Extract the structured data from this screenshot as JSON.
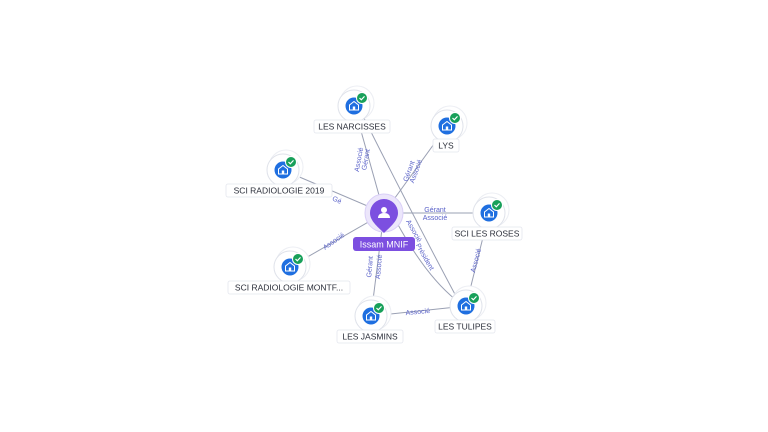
{
  "center": {
    "label": "Issam MNIF",
    "icon": "person-icon",
    "color": "#7c4fe0"
  },
  "nodes": [
    {
      "id": "narcisses",
      "label": "LES NARCISSES",
      "icon": "building-icon",
      "status": "verified-check-icon"
    },
    {
      "id": "lys",
      "label": "LYS",
      "icon": "building-icon",
      "status": "verified-check-icon"
    },
    {
      "id": "radio2019",
      "label": "SCI RADIOLOGIE 2019",
      "icon": "building-icon",
      "status": "verified-check-icon"
    },
    {
      "id": "roses",
      "label": "SCI LES ROSES",
      "icon": "building-icon",
      "status": "verified-check-icon"
    },
    {
      "id": "radiomontf",
      "label": "SCI RADIOLOGIE MONTF...",
      "icon": "building-icon",
      "status": "verified-check-icon"
    },
    {
      "id": "tulipes",
      "label": "LES TULIPES",
      "icon": "building-icon",
      "status": "verified-check-icon"
    },
    {
      "id": "jasmins",
      "label": "LES JASMINS",
      "icon": "building-icon",
      "status": "verified-check-icon"
    }
  ],
  "edges": [
    {
      "to": "narcisses",
      "labels": [
        "Gérant",
        "Associé"
      ]
    },
    {
      "to": "lys",
      "labels": [
        "Gérant",
        "Associé"
      ]
    },
    {
      "to": "radio2019",
      "labels": [
        "Gé"
      ]
    },
    {
      "to": "roses",
      "labels": [
        "Gérant",
        "Associé"
      ]
    },
    {
      "to": "radiomontf",
      "labels": [
        "Associé"
      ]
    },
    {
      "to": "tulipes",
      "labels": [
        "Associé",
        "Président"
      ]
    },
    {
      "to": "jasmins",
      "labels": [
        "Gérant",
        "Associé"
      ]
    },
    {
      "from": "jasmins",
      "to": "tulipes",
      "labels": [
        "Associé"
      ]
    },
    {
      "from": "roses",
      "to": "tulipes",
      "labels": [
        "Associé"
      ]
    },
    {
      "from": "narcisses",
      "to": "tulipes",
      "labels": []
    }
  ],
  "colors": {
    "building": "#1f6fe0",
    "check": "#18a05a",
    "edge_label": "#5b63c9"
  }
}
